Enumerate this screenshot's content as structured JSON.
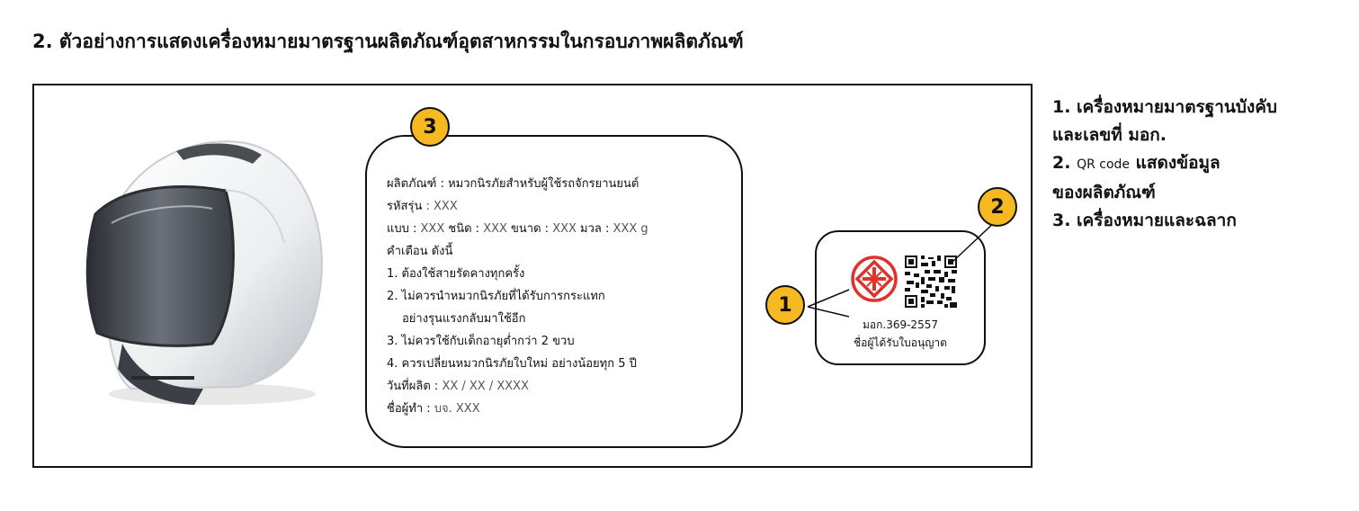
{
  "heading": "2.  ตัวอย่างการแสดงเครื่องหมายมาตรฐานผลิตภัณฑ์อุตสาหกรรมในกรอบภาพผลิตภัณฑ์",
  "badges": {
    "one": "1",
    "two": "2",
    "three": "3"
  },
  "label": {
    "product_prefix": "ผลิตภัณฑ์ : ",
    "product_name": "หมวกนิรภัยสำหรับผู้ใช้รถจักรยานยนต์",
    "model_prefix": "รหัสรุ่น",
    "model_value": " : XXX",
    "type_prefix": "แบบ : ",
    "type_value": "XXX",
    "kind_prefix": " ชนิด : ",
    "kind_value": "XXX",
    "size_prefix": " ขนาด : ",
    "size_value": "XXX",
    "mass_prefix": " มวล : ",
    "mass_value": "XXX g",
    "warning_title": "คำเตือน ดังนี้",
    "warnings": [
      "1. ต้องใช้สายรัดคางทุกครั้ง",
      "2. ไม่ควรนำหมวกนิรภัยที่ได้รับการกระแทก",
      "อย่างรุนแรงกลับมาใช้อีก",
      "3. ไม่ควรใช้กับเด็กอายุต่ำกว่า 2 ขวบ",
      "4. ควรเปลี่ยนหมวกนิรภัยใบใหม่ อย่างน้อยทุก 5 ปี"
    ],
    "date_prefix": "วันที่ผลิต : ",
    "date_value": "XX / XX / XXXX",
    "maker_prefix": "ชื่อผู้ทำ : ",
    "maker_value": "บจ. XXX"
  },
  "mark": {
    "standard_no": "มอก.369-2557",
    "licensee": "ชื่อผู้ได้รับใบอนุญาต",
    "logo_color": "#e0312b"
  },
  "legend": {
    "item1_line1": "1. เครื่องหมายมาตรฐานบังคับ",
    "item1_line2": "และเลขที่ มอก.",
    "item2_prefix": "2. ",
    "item2_qr": "QR code",
    "item2_suffix": " แสดงข้อมูล",
    "item2_line2": "ของผลิตภัณฑ์",
    "item3": "3. เครื่องหมายและฉลาก"
  },
  "colors": {
    "badge": "#f6b922",
    "border": "#111111"
  }
}
